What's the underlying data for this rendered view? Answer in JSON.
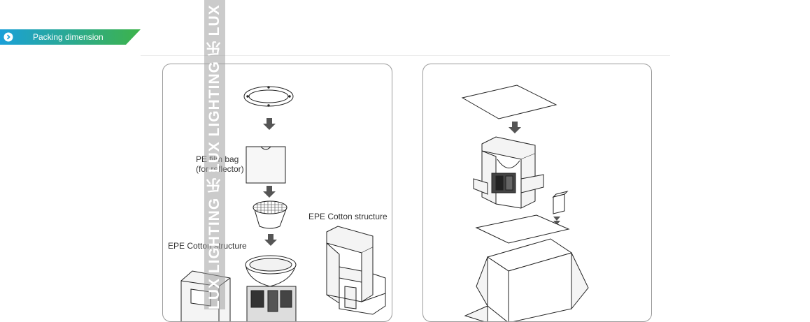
{
  "section": {
    "title": "Packing dimension",
    "icon": "chevron-right-circle-icon",
    "gradient": [
      "#1aa0d8",
      "#3db34a"
    ]
  },
  "left_panel": {
    "labels": {
      "film_bag_line1": "PE film bag",
      "film_bag_line2": "(for reflector)",
      "epe_left": "EPE Cotton structure",
      "epe_right": "EPE Cotton structure"
    }
  },
  "watermark": {
    "text": "LUX LIGHTING  乐  LUX LIGHTING  乐  LUX LIGHTING"
  }
}
